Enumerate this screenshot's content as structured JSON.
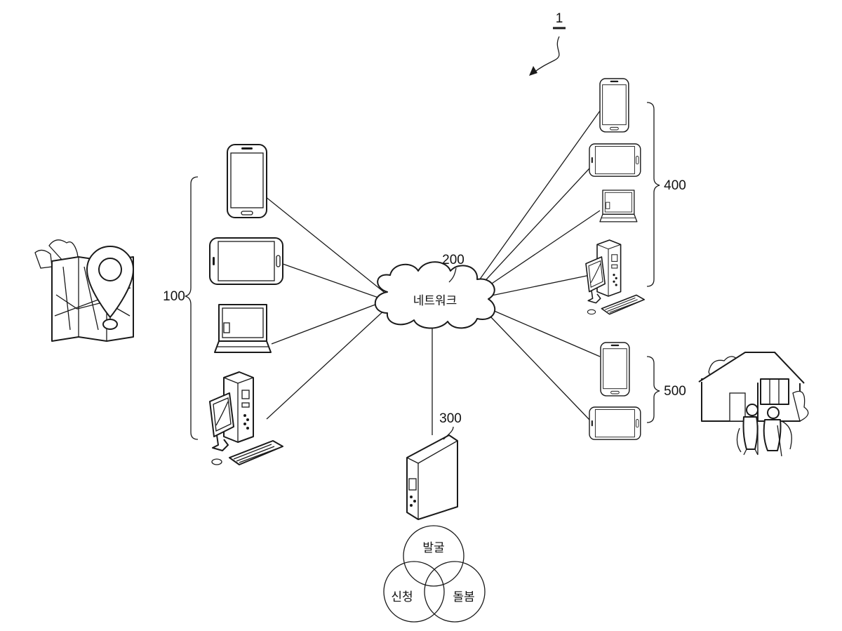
{
  "labels": {
    "system": "1",
    "group_100": "100",
    "network_ref": "200",
    "server_ref": "300",
    "group_400": "400",
    "group_500": "500"
  },
  "network": {
    "label": "네트워크"
  },
  "venn": {
    "circles": [
      {
        "label": "발굴"
      },
      {
        "label": "신청"
      },
      {
        "label": "돌봄"
      }
    ]
  },
  "icons": {
    "map": "map-pin-icon",
    "house": "house-elderly-icon"
  },
  "colors": {
    "line": "#1a1a1a",
    "background": "#ffffff"
  }
}
